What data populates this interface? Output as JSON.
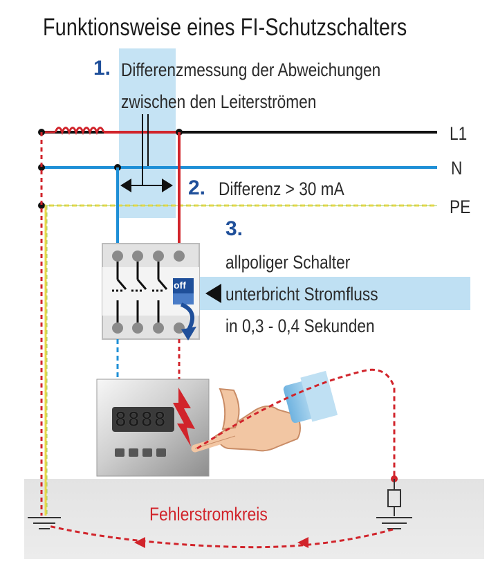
{
  "title": "Funktionsweise eines FI-Schutzschalters",
  "step1": {
    "number": "1.",
    "line1": "Differenzmessung der Abweichungen",
    "line2": "zwischen den Leiterströmen"
  },
  "step2": {
    "number": "2.",
    "text": "Differenz > 30 mA"
  },
  "step3": {
    "number": "3.",
    "line1": "allpoliger Schalter",
    "line2": "unterbricht Stromfluss",
    "line3": "in 0,3 - 0,4 Sekunden"
  },
  "conductors": {
    "l1": "L1",
    "n": "N",
    "pe": "PE"
  },
  "switch_label": "off",
  "display_value": "8888",
  "fault_circuit_label": "Fehlerstromkreis",
  "colors": {
    "l1": "#111111",
    "n": "#1e8fd6",
    "pe": "#e7d84a",
    "fault": "#d1242b",
    "accent": "#1f4f9a",
    "highlight": "#bfe0f3"
  }
}
